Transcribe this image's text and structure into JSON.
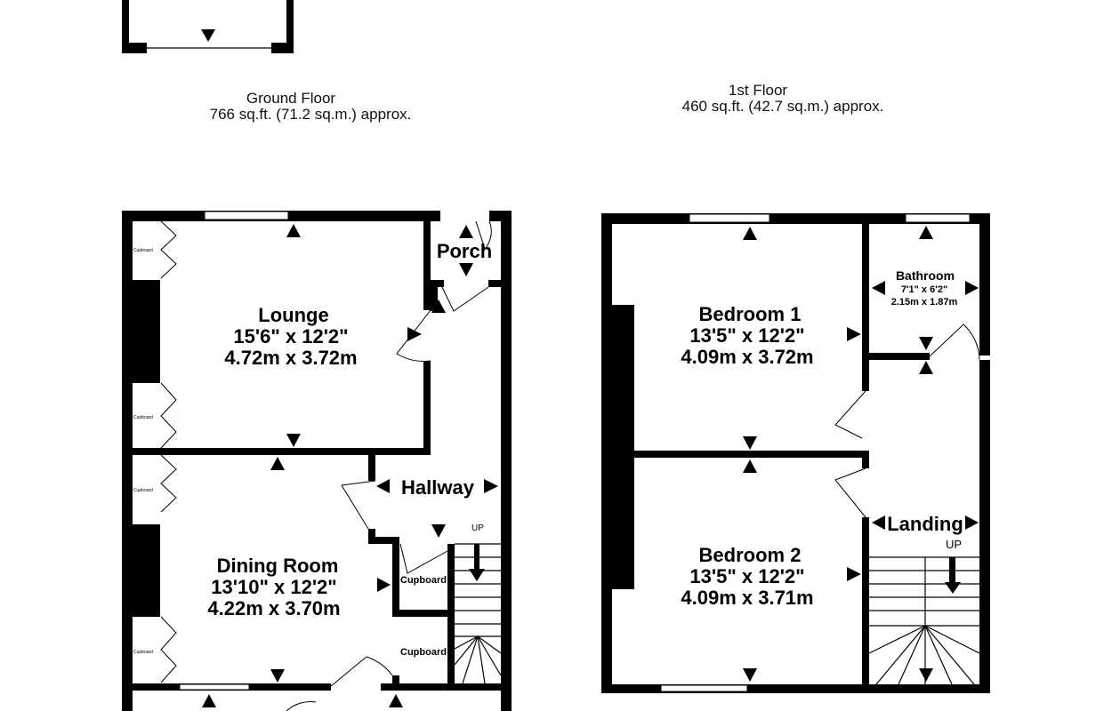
{
  "ground_floor": {
    "title": "Ground Floor",
    "area": "766 sq.ft. (71.2 sq.m.) approx.",
    "rooms": {
      "lounge": {
        "name": "Lounge",
        "imperial": "15'6\"  x 12'2\"",
        "metric": "4.72m  x 3.72m"
      },
      "dining": {
        "name": "Dining Room",
        "imperial": "13'10\"  x 12'2\"",
        "metric": "4.22m  x 3.70m"
      },
      "porch": {
        "name": "Porch"
      },
      "hallway": {
        "name": "Hallway"
      },
      "cupboard_a": {
        "name": "Cupboard"
      },
      "cupboard_b": {
        "name": "Cupboard"
      }
    },
    "cupboard_tag": "Cupboard",
    "stairs_label": "UP"
  },
  "first_floor": {
    "title": "1st Floor",
    "area": "460 sq.ft. (42.7 sq.m.) approx.",
    "rooms": {
      "bedroom1": {
        "name": "Bedroom 1",
        "imperial": "13'5\"  x 12'2\"",
        "metric": "4.09m  x 3.72m"
      },
      "bedroom2": {
        "name": "Bedroom 2",
        "imperial": "13'5\"  x 12'2\"",
        "metric": "4.09m  x 3.71m"
      },
      "bathroom": {
        "name": "Bathroom",
        "imperial": "7'1\"  x 6'2\"",
        "metric": "2.15m  x 1.87m"
      },
      "landing": {
        "name": "Landing"
      }
    },
    "stairs_label": "UP"
  }
}
